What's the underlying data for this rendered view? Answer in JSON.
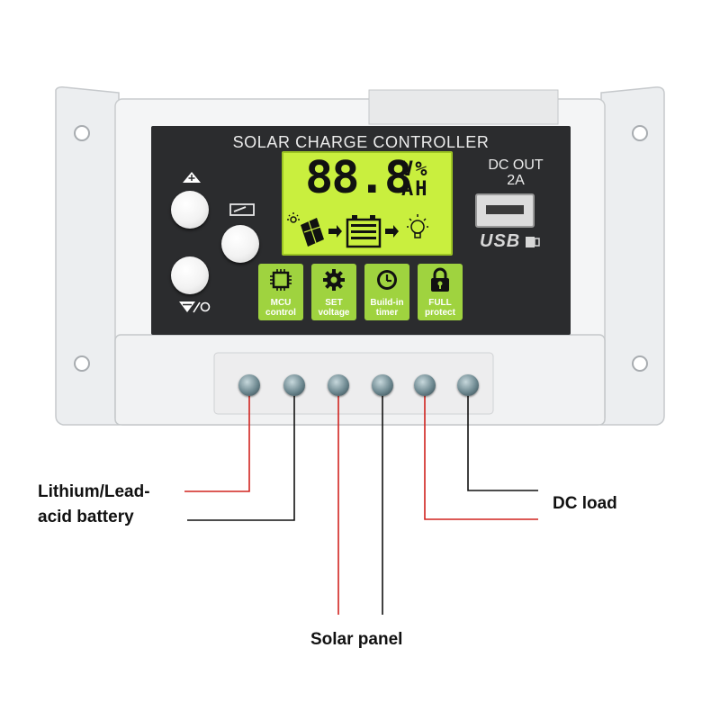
{
  "product": {
    "title": "SOLAR CHARGE CONTROLLER",
    "lcd_digits": "88.8",
    "lcd_unit_top": "V%",
    "lcd_unit_bottom": "AH",
    "dc_out_line1": "DC OUT",
    "dc_out_line2": "2A",
    "usb_logo": "USB"
  },
  "features": [
    {
      "label_line1": "MCU",
      "label_line2": "control",
      "icon": "chip-icon"
    },
    {
      "label_line1": "SET",
      "label_line2": "voltage",
      "icon": "gear-icon"
    },
    {
      "label_line1": "Build-in",
      "label_line2": "timer",
      "icon": "clock-icon"
    },
    {
      "label_line1": "FULL",
      "label_line2": "protect",
      "icon": "lock-icon"
    }
  ],
  "buttons": [
    {
      "name": "up-button",
      "icon": "up-arrow-icon"
    },
    {
      "name": "menu-button",
      "icon": "load-switch-icon"
    },
    {
      "name": "down-button",
      "icon": "down-arrow-icon"
    }
  ],
  "callouts": {
    "battery_line1": "Lithium/Lead-",
    "battery_line2": "acid battery",
    "dc_load": "DC load",
    "solar_panel": "Solar panel"
  },
  "colors": {
    "panel": "#2b2c2e",
    "lcd": "#c9ef3e",
    "feature_tile": "#9fd33f",
    "wire_red": "#d0231f",
    "wire_black": "#111111"
  }
}
